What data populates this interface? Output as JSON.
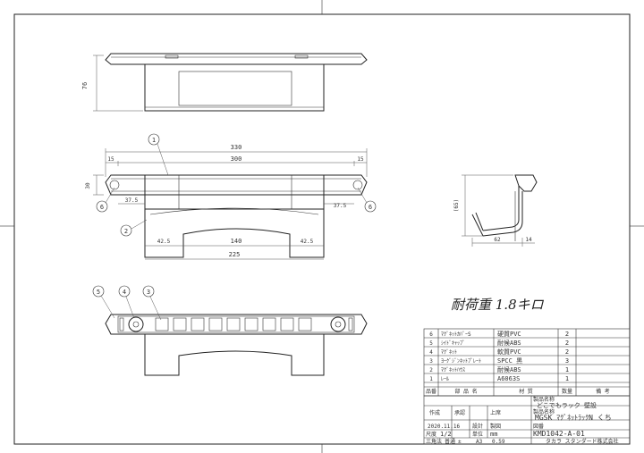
{
  "drawing": {
    "top_view": {
      "height_dim": "76"
    },
    "front_view": {
      "balloon_main": "1",
      "balloon_end_left": "6",
      "balloon_end_right": "6",
      "balloon_bracket": "2",
      "dim_overall": "330",
      "dim_inner": "300",
      "dim_end_left": "15",
      "dim_end_right": "15",
      "dim_height": "30",
      "dim_offset_left": "37.5",
      "dim_offset_right": "37.5",
      "dim_lower_left": "42.5",
      "dim_lower_mid": "140",
      "dim_lower_right": "42.5",
      "dim_lower_total": "225"
    },
    "side_view": {
      "dim_height": "(65)",
      "dim_width": "62",
      "dim_small": "14"
    },
    "bottom_view": {
      "balloon_a": "5",
      "balloon_b": "4",
      "balloon_c": "3"
    },
    "handwritten_note": "耐荷重 1.8キロ"
  },
  "parts_table": {
    "rows": [
      {
        "no": "6",
        "name": "ﾏｸﾞﾈｯﾄｶﾊﾞｰS",
        "material": "硬質PVC",
        "qty": "2"
      },
      {
        "no": "5",
        "name": "ｼｲﾄﾞｷｬｯﾌﾟ",
        "material": "耐候ABS",
        "qty": "2"
      },
      {
        "no": "4",
        "name": "ﾏｸﾞﾈｯﾄ",
        "material": "軟質PVC",
        "qty": "2"
      },
      {
        "no": "3",
        "name": "ﾖｰｸﾞｼﾞﾝﾈｯﾄﾌﾟﾚｰﾄ",
        "material": "SPCC 黒",
        "qty": "3"
      },
      {
        "no": "2",
        "name": "ﾏｸﾞﾈｯﾄﾊｳｽ",
        "material": "耐候ABS",
        "qty": "1"
      },
      {
        "no": "1",
        "name": "ﾚｰﾙ",
        "material": "A6063S",
        "qty": "1"
      }
    ],
    "headers": {
      "no": "品番",
      "name": "部 品 名",
      "material": "材 質",
      "qty": "数量",
      "remarks": "備 考"
    }
  },
  "title_block": {
    "product_label": "製品名称",
    "product_name": "どこでもラック 壁設",
    "model_label": "製品名称",
    "model": "MGSK ﾏｸﾞﾈｯﾄﾗｯｸN くち",
    "drawing_no_label": "図番",
    "drawing_no": "KMD1042-A-01",
    "made_label": "作成",
    "check_label": "承認",
    "approve_label": "上席",
    "date": "2020.11.16",
    "design_label": "設計",
    "draw_label": "製図",
    "scale_label": "尺度",
    "scale": "1/2",
    "unit_label": "単位",
    "unit": "mm",
    "projection": "三角法",
    "tolerance_label": "普通",
    "tolerance": "±",
    "paper": "A3",
    "revision": "0.59",
    "company": "タカラ スタンダード株式会社"
  }
}
